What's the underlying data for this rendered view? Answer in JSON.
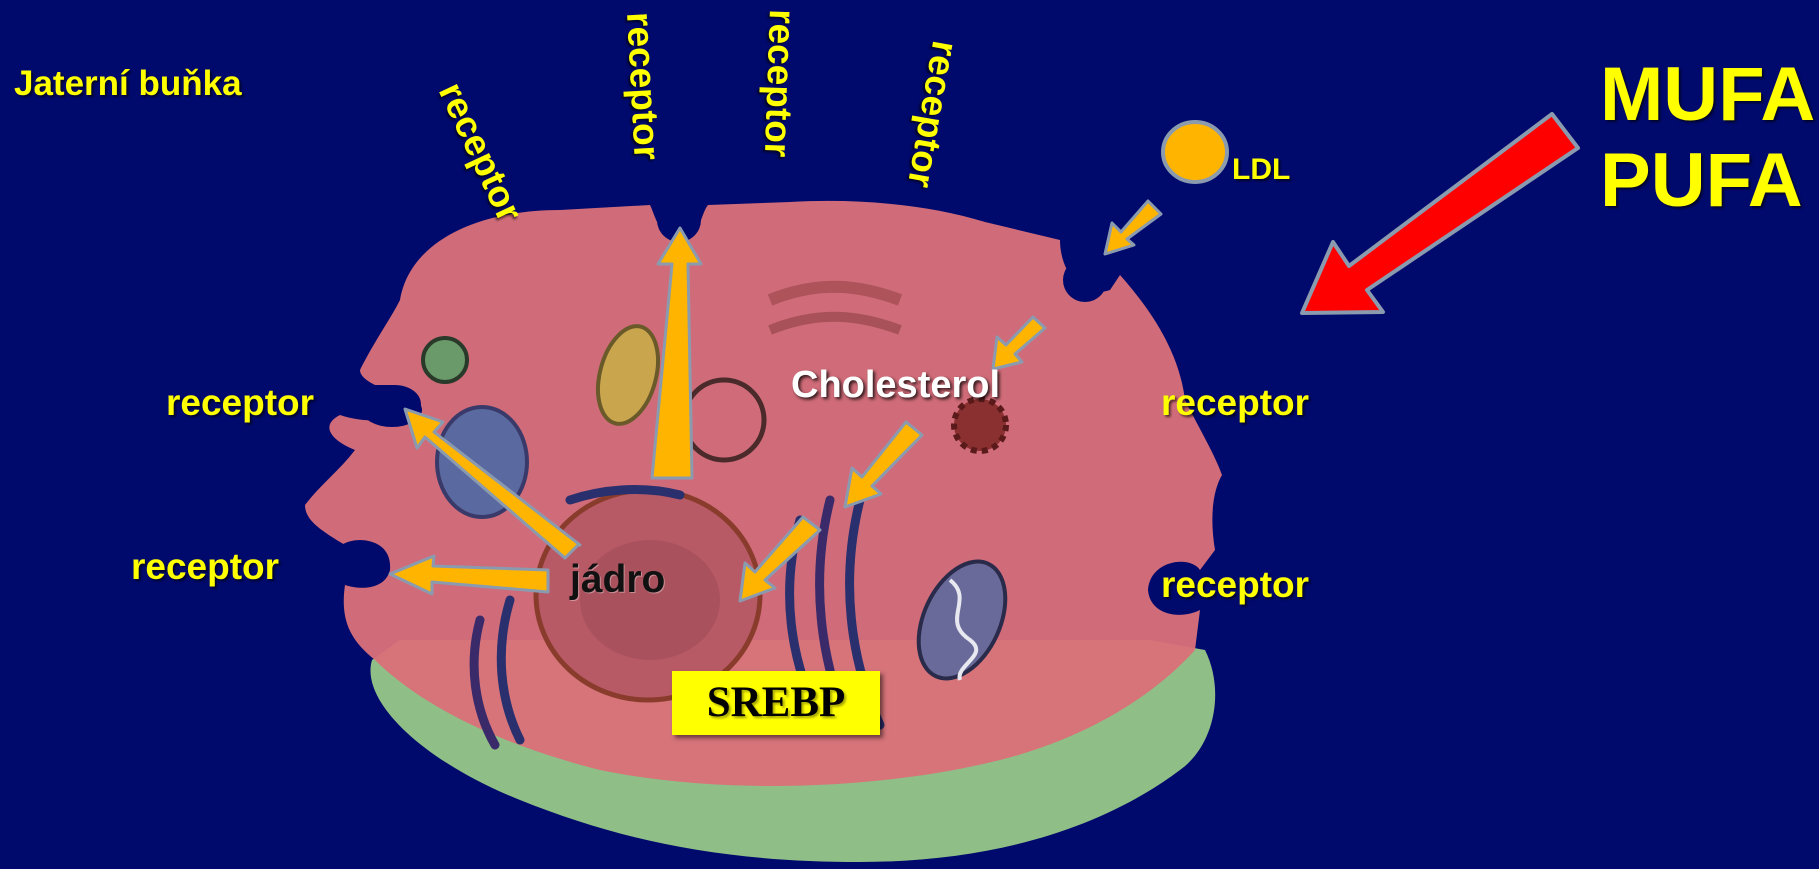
{
  "slide": {
    "title": "Jaterní buňka",
    "fatty_acids": [
      "MUFA",
      "PUFA"
    ],
    "ldl_label": "LDL",
    "receptor_labels": [
      "receptor",
      "receptor",
      "receptor",
      "receptor",
      "receptor",
      "receptor",
      "receptor",
      "receptor"
    ],
    "cholesterol_label": "Cholesterol",
    "nucleus_label": "jádro",
    "srebp_label": "SREBP"
  },
  "colors": {
    "background": "#000a6c",
    "label": "#ffff00",
    "cell": "#d9707a",
    "cell_edge": "#8fbf86",
    "arrow": "#ffb400",
    "arrow_outline": "#8a9bb0",
    "red_arrow": "#ff0000",
    "ldl": "#ffb400",
    "srebp_box": "#ffff00"
  },
  "icons": [
    "ldl-particle-icon",
    "fatty-acid-arrow-icon",
    "transport-arrow-icon"
  ]
}
